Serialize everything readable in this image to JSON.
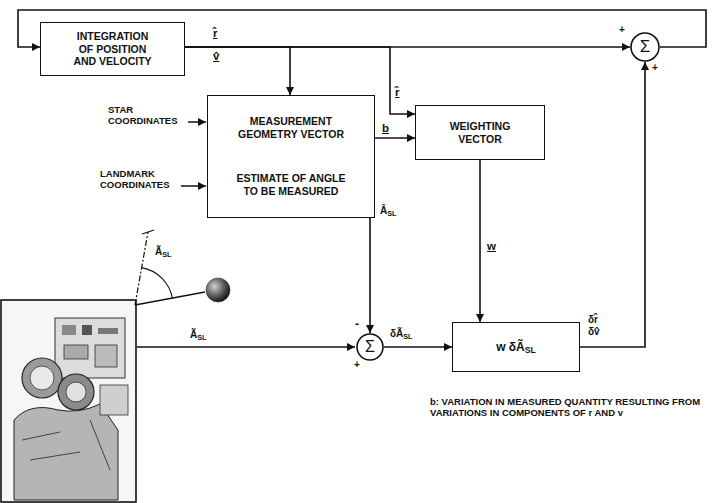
{
  "diagram": {
    "nodes": [
      {
        "text": [
          "INTEGRATION OF POSITION AND VELOCITY"
        ]
      },
      {
        "text": [
          "Σ"
        ]
      },
      {
        "text": [
          "MEASUREMENT GEOMETRY VECTOR",
          "ESTIMATE OF ANGLE TO BE MEASURED"
        ]
      },
      {
        "text": [
          "WEIGHTING VECTOR"
        ]
      },
      {
        "text": [
          "Σ"
        ]
      },
      {
        "text": [
          "w δÃSL"
        ]
      }
    ],
    "edges": [
      {
        "from": 0,
        "to": 1,
        "arrow": "to"
      },
      {
        "from": 0,
        "to": 2,
        "arrow": "to"
      },
      {
        "from": 0,
        "to": 3,
        "label": "r̂",
        "arrow": "to"
      },
      {
        "from": 2,
        "to": 3,
        "label": "b",
        "arrow": "to"
      },
      {
        "from": 2,
        "to": 4,
        "label": "ÂSL",
        "arrow": "to"
      },
      {
        "from": 4,
        "to": 5,
        "label": "δÃSL",
        "arrow": "to"
      },
      {
        "from": 3,
        "to": 5,
        "label": "w",
        "arrow": "to"
      },
      {
        "from": 5,
        "to": 1,
        "label": "δr̂ δv̂",
        "arrow": "to"
      },
      {
        "from": 1,
        "to": 0,
        "arrow": "to"
      }
    ],
    "labels": [
      "r̂",
      "v̂",
      "+",
      "+",
      "STAR COORDINATES",
      "LANDMARK COORDINATES",
      "-",
      "+",
      "ÃSL",
      "ÃSL",
      "b: VARIATION IN MEASURED QUANTITY RESULTING FROM VARIATIONS IN COMPONENTS OF r AND v"
    ]
  }
}
